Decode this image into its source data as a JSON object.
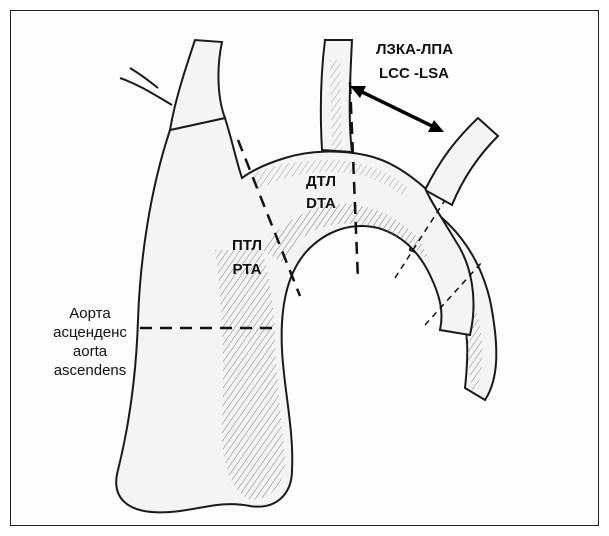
{
  "labels": {
    "lcc_lsa_line1": "ЛЗКА-ЛПА",
    "lcc_lsa_line2": "LCC -LSA",
    "dtl_line1": "ДТЛ",
    "dtl_line2": "DTA",
    "ptl_line1": "ПТЛ",
    "ptl_line2": "PTA",
    "asc_line1": "Аорта",
    "asc_line2": "асценденс",
    "asc_line3": "aorta",
    "asc_line4": "ascendens"
  },
  "colors": {
    "ink": "#1a1a1a",
    "vessel_fill": "#f4f4f4",
    "shade": "#777777",
    "frame": "#222222"
  }
}
